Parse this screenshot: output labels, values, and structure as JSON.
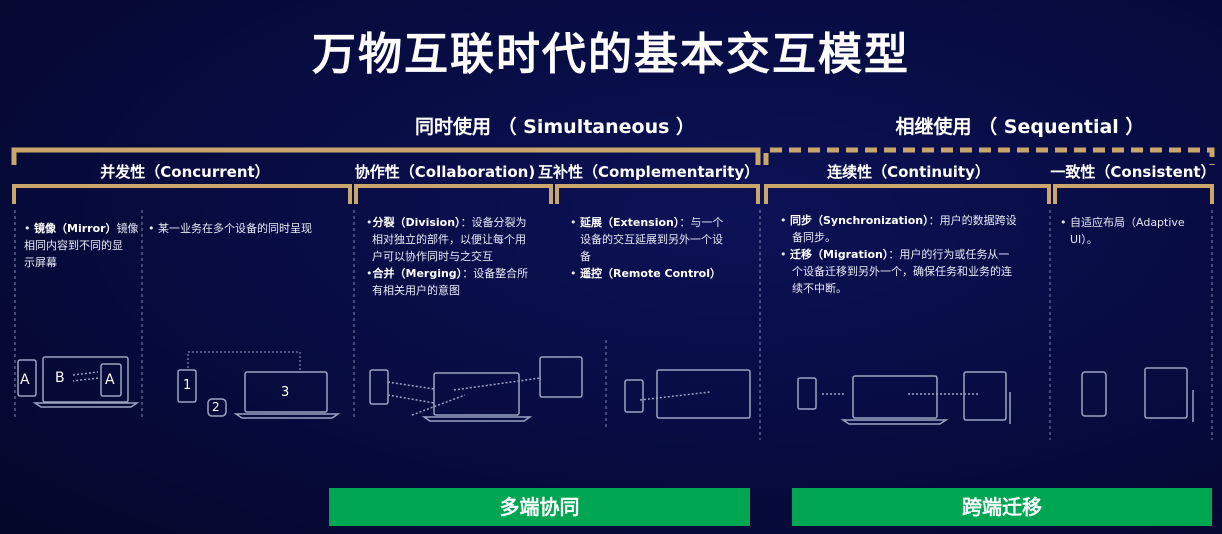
{
  "title": "万物互联时代的基本交互模型",
  "groups": {
    "simultaneous": "同时使用 （ Simultaneous ）",
    "sequential": "相继使用 （ Sequential ）"
  },
  "categories": {
    "concurrent": "并发性（Concurrent）",
    "collaboration": "协作性（Collaboration)",
    "complementarity": "互补性（Complementarity）",
    "continuity": "连续性（Continuity）",
    "consistent": "一致性（Consistent）"
  },
  "descriptions": {
    "mirror_term": "镜像（Mirror）",
    "mirror_text_1": "镜像",
    "mirror_text_2": "相同内容到不同的显",
    "mirror_text_3": "示屏幕",
    "concurrent_text": "某一业务在多个设备的同时呈现",
    "division_term": "分裂（Division）",
    "division_text_1": "：设备分裂为",
    "division_text_2": "相对独立的部件，以便让每个用",
    "division_text_3": "户可以协作同时与之交互",
    "merging_term": "合并（Merging）",
    "merging_text_1": "：设备整合所",
    "merging_text_2": "有相关用户的意图",
    "extension_term": "延展（Extension）",
    "extension_text_1": "：与一个",
    "extension_text_2": "设备的交互延展到另外一个设",
    "extension_text_3": "备",
    "remote_term": "遥控（Remote Control）",
    "sync_term": "同步（Synchronization）",
    "sync_text_1": "：用户的数据跨设",
    "sync_text_2": "备同步。",
    "migration_term": "迁移（Migration）",
    "migration_text_1": "：用户的行为或任务从一",
    "migration_text_2": "个设备迁移到另外一个，确保任务和业务的连",
    "migration_text_3": "续不中断。",
    "adaptive_text_1": "自适应布局（Adaptive",
    "adaptive_text_2": "UI）。"
  },
  "illustration_labels": {
    "a_left": "A",
    "b": "B",
    "a_right": "A",
    "n1": "1",
    "n2": "2",
    "n3": "3"
  },
  "buttons": {
    "multi_device_collab": "多端协同",
    "cross_device_migration": "跨端迁移"
  },
  "colors": {
    "background": "#070b3f",
    "bracket_gold": "#c9a66b",
    "button_green": "#00a651"
  }
}
